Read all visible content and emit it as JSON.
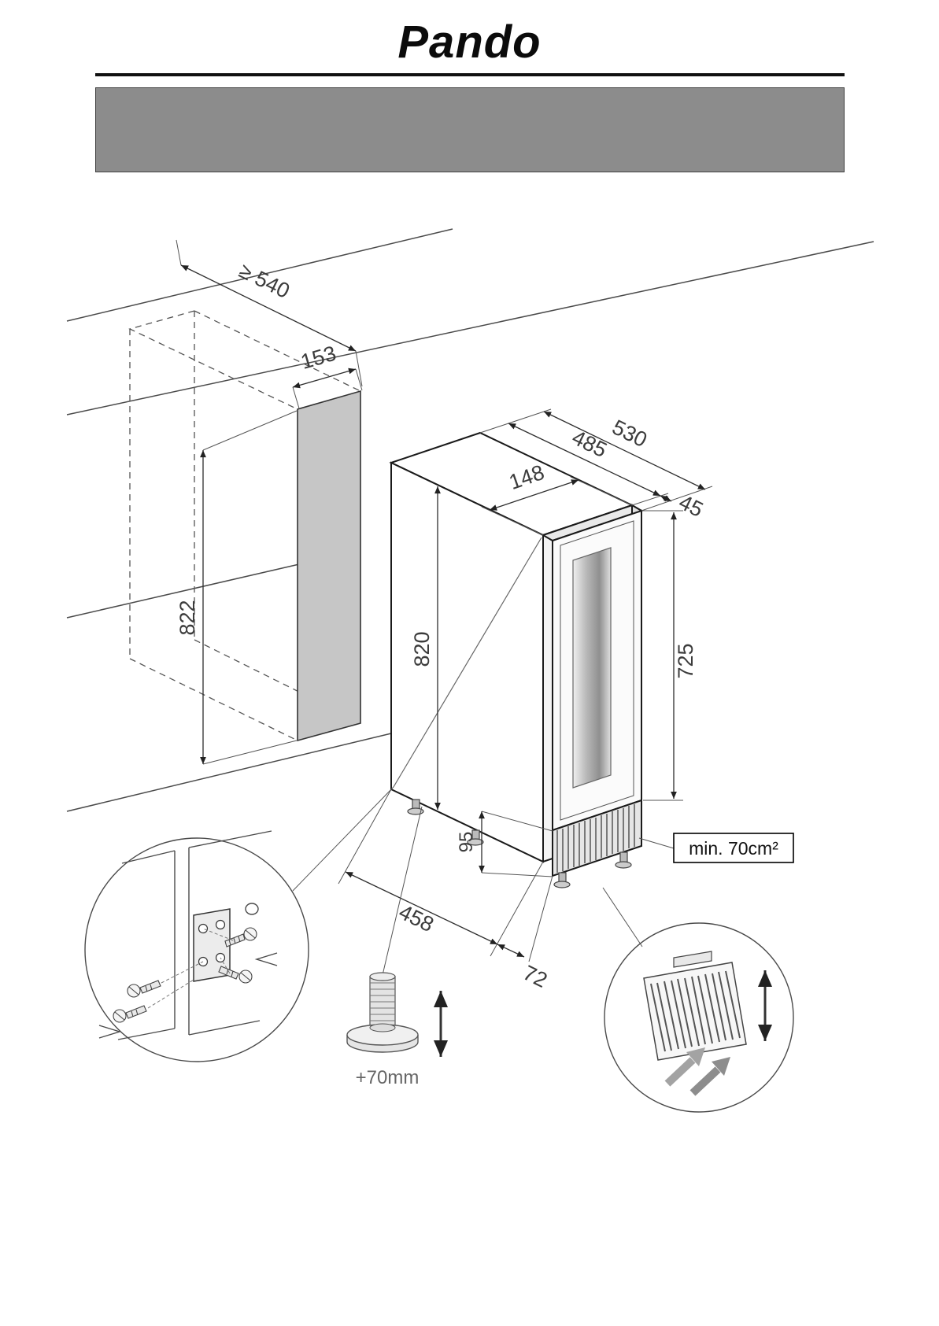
{
  "header": {
    "brand": "Pando"
  },
  "diagram": {
    "dims": {
      "niche_depth": "≥ 540",
      "niche_width": "153",
      "niche_height": "822",
      "unit_width": "148",
      "unit_depth": "485",
      "total_depth": "530",
      "door_thickness": "45",
      "unit_height": "820",
      "door_height": "725",
      "vent_height": "95",
      "base_depth": "458",
      "base_clearance": "72"
    },
    "labels": {
      "ventilation_area": "min. 70cm²",
      "foot_adjustment": "+70mm"
    },
    "colors": {
      "banner": "#8c8c8c",
      "niche_panel": "#c6c6c6"
    }
  }
}
